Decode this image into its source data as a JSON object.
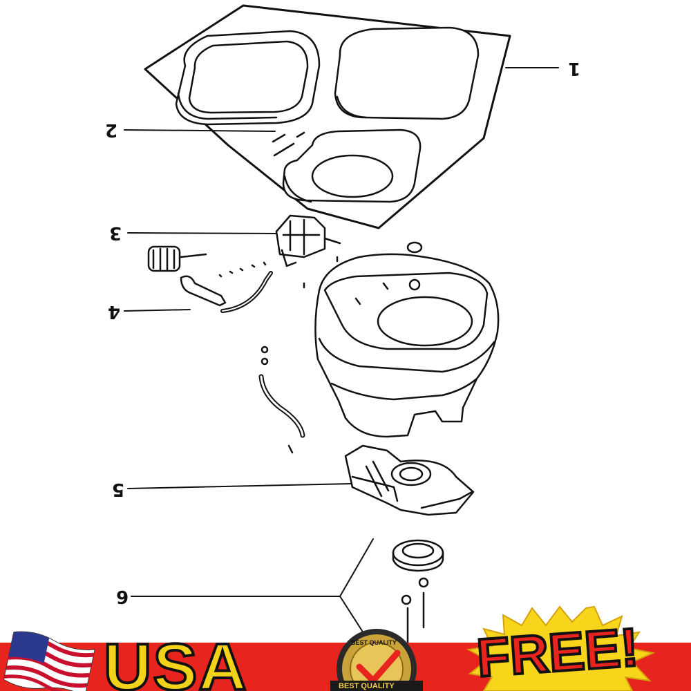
{
  "callouts": [
    {
      "id": "1",
      "label": "1"
    },
    {
      "id": "2",
      "label": "2"
    },
    {
      "id": "3",
      "label": "3"
    },
    {
      "id": "4",
      "label": "4"
    },
    {
      "id": "5",
      "label": "5"
    },
    {
      "id": "6",
      "label": "6"
    }
  ],
  "banner": {
    "country": "USA",
    "badge_top": "BEST QUALITY",
    "badge_bottom": "BEST QUALITY",
    "free": "FREE!"
  },
  "colors": {
    "banner_red": "#e8241e",
    "usa_yellow": "#f3d21a",
    "starburst_yellow": "#f7d51b",
    "badge_gold": "#c9a33a"
  }
}
